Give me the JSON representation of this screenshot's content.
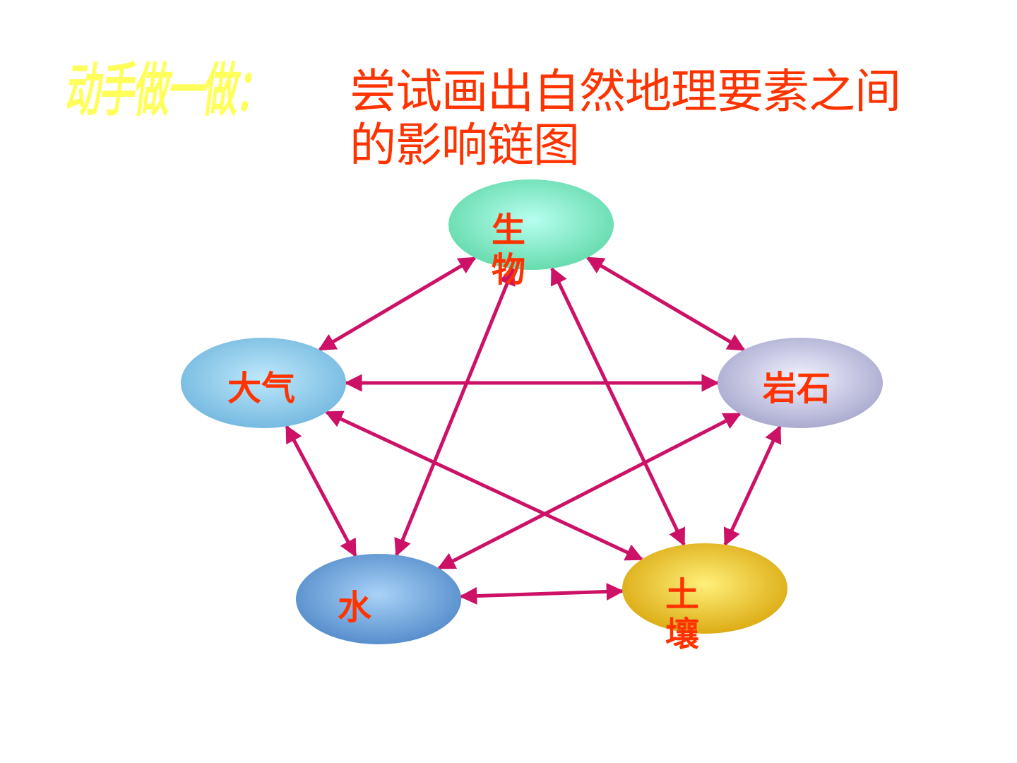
{
  "header": {
    "heading": "动手做一做：",
    "instruction_line1": "尝试画出自然地理要素之间",
    "instruction_line2": "的影响链图"
  },
  "nodes": {
    "biology": {
      "label_line1": "生",
      "label_line2": "物",
      "fill": "#7fecc4",
      "edge": "#3fbf90"
    },
    "atmosphere": {
      "label": "大气",
      "fill": "#8fd0ee",
      "edge": "#5fa8cc"
    },
    "rock": {
      "label": "岩石",
      "fill": "#d6d6f6",
      "edge": "#9c9cc6"
    },
    "water": {
      "label": "水",
      "fill": "#7cb4ea",
      "edge": "#4c86c4"
    },
    "soil": {
      "label_line1": "土",
      "label_line2": "壤",
      "fill": "#f5d83a",
      "edge": "#c9a00c"
    }
  },
  "colors": {
    "arrow": "#cc1166",
    "label": "#ff3300",
    "heading": "#ffff5c"
  },
  "connections": [
    [
      "biology",
      "atmosphere"
    ],
    [
      "biology",
      "rock"
    ],
    [
      "biology",
      "water"
    ],
    [
      "biology",
      "soil"
    ],
    [
      "atmosphere",
      "rock"
    ],
    [
      "atmosphere",
      "water"
    ],
    [
      "atmosphere",
      "soil"
    ],
    [
      "rock",
      "water"
    ],
    [
      "rock",
      "soil"
    ],
    [
      "water",
      "soil"
    ]
  ]
}
